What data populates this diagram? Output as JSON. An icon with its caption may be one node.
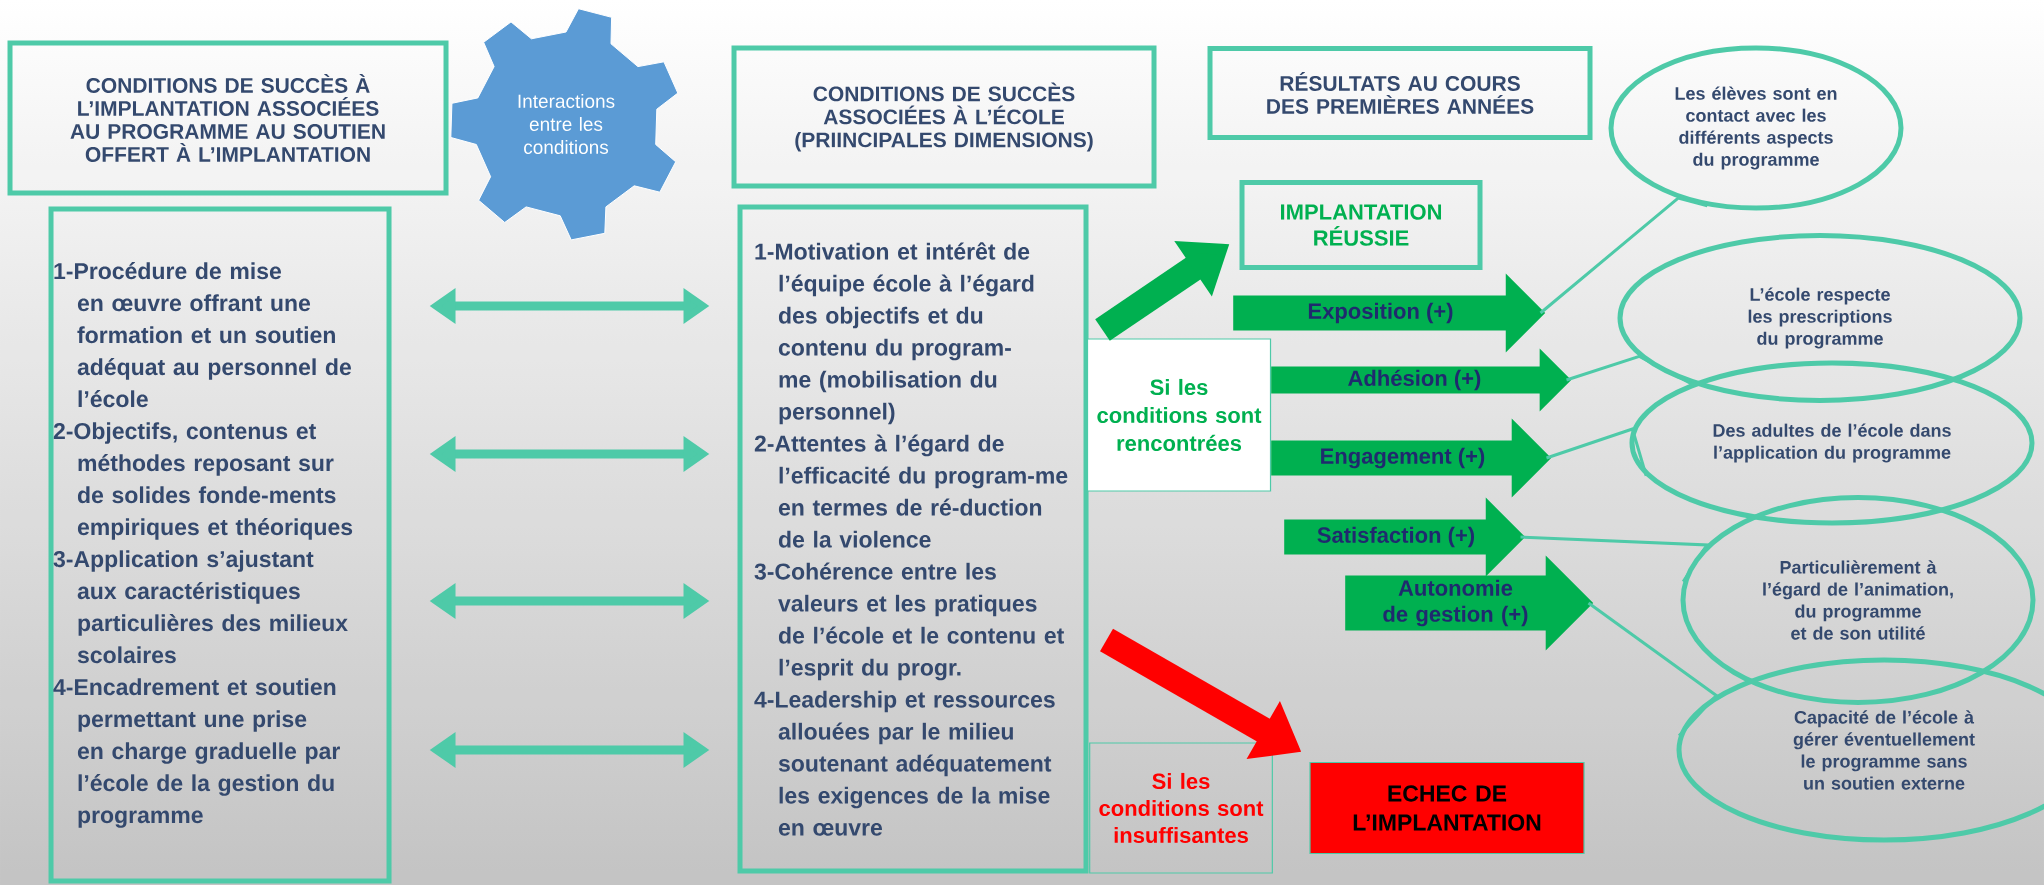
{
  "diagram": {
    "nodes": [
      {
        "text": [
          "CONDITIONS DE SUCCÈS À L’IMPLANTATION ASSOCIÉES AU PROGRAMME AU SOUTIEN OFFERT À L’IMPLANTATION"
        ]
      },
      {
        "text": [
          "Interactions entre les conditions"
        ]
      },
      {
        "text": [
          "CONDITIONS DE SUCCÈS ASSOCIÉES À L’ÉCOLE (PRIINCIPALES DIMENSIONS)"
        ]
      },
      {
        "text": [
          "RÉSULTATS AU COURS DES PREMIÈRES ANNÉES"
        ]
      },
      {
        "text": [
          "1-Procédure de mise en œuvre offrant une formation et un soutien adéquat au personnel de l’école",
          "2-Objectifs, contenus et méthodes reposant sur de solides fonde-ments empiriques et théoriques",
          "3-Application s’ajustant aux caractéristiques particulières des milieux scolaires",
          "4-Encadrement et soutien permettant une prise en charge graduelle par l’école de la gestion du programme"
        ]
      },
      {
        "text": [
          "1-Motivation et intérêt de l’équipe école à l’égard des objectifs et du contenu du program-me (mobilisation du personnel)",
          "2-Attentes à l’égard de l’efficacité du program-me en termes de ré-duction de la violence",
          "3-Cohérence entre les valeurs et les pratiques de l’école et le contenu et l’esprit du progr.",
          "4-Leadership et ressources allouées par le milieu soutenant adéquatement les exigences de la mise en œuvre"
        ]
      },
      {
        "text": [
          "IMPLANTATION RÉUSSIE"
        ]
      },
      {
        "text": [
          "Si les conditions sont rencontrées"
        ]
      },
      {
        "text": [
          "Exposition (+)"
        ]
      },
      {
        "text": [
          "Adhésion (+)"
        ]
      },
      {
        "text": [
          "Engagement (+)"
        ]
      },
      {
        "text": [
          "Satisfaction (+)"
        ]
      },
      {
        "text": [
          "Autonomie de gestion (+)"
        ]
      },
      {
        "text": [
          "Si les conditions sont insuffisantes"
        ]
      },
      {
        "text": [
          "ECHEC DE L’IMPLANTATION"
        ]
      },
      {
        "text": [
          "Les élèves sont en contact avec les différents aspects du programme"
        ]
      },
      {
        "text": [
          "L’école respecte les prescriptions du programme"
        ]
      },
      {
        "text": [
          "Des adultes de l’école dans l’application du programme"
        ]
      },
      {
        "text": [
          "Particulièrement à l’égard de l’animation, du programme et de son utilité"
        ]
      },
      {
        "text": [
          "Capacité de l’école à gérer éventuellement le programme sans un soutien externe"
        ]
      }
    ],
    "edges": [
      {
        "from": 4,
        "to": 5,
        "arrow": "both"
      },
      {
        "from": 4,
        "to": 5,
        "arrow": "both"
      },
      {
        "from": 4,
        "to": 5,
        "arrow": "both"
      },
      {
        "from": 4,
        "to": 5,
        "arrow": "both"
      },
      {
        "from": 5,
        "to": 6,
        "arrow": "to",
        "style": "thick",
        "color": "#00b050"
      },
      {
        "from": 5,
        "to": 14,
        "arrow": "to",
        "style": "thick",
        "color": "#ff0000"
      },
      {
        "from": 15,
        "to": 8,
        "arrow": "none"
      },
      {
        "from": 16,
        "to": 9,
        "arrow": "none"
      },
      {
        "from": 17,
        "to": 10,
        "arrow": "none"
      },
      {
        "from": 18,
        "to": 11,
        "arrow": "none"
      },
      {
        "from": 19,
        "to": 12,
        "arrow": "none"
      }
    ]
  }
}
